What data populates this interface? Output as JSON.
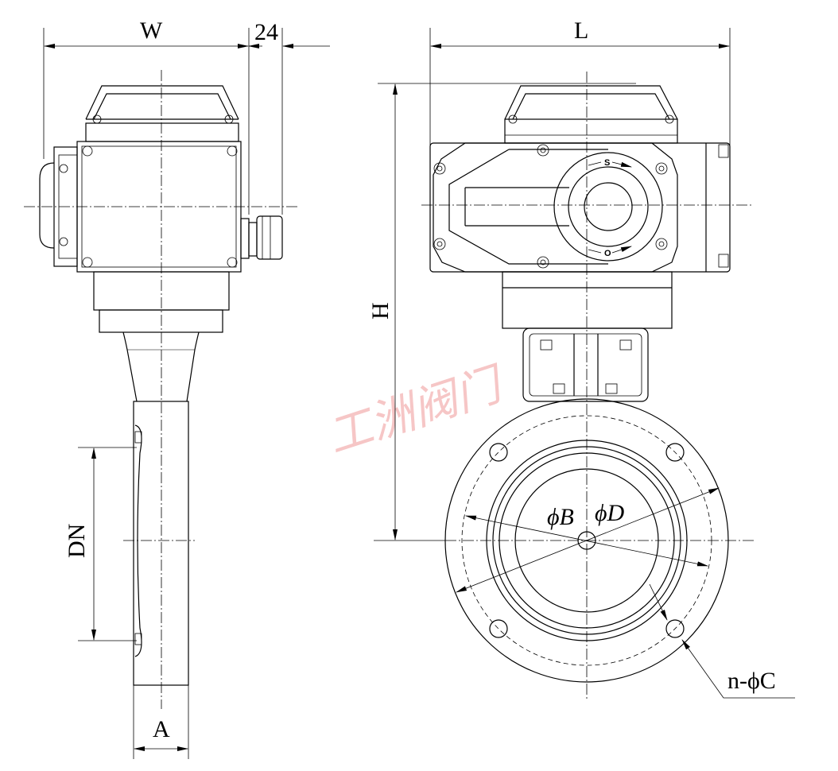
{
  "drawing": {
    "dimensions": {
      "width": "W",
      "offset": "24",
      "length": "L",
      "height": "H",
      "nominal_diameter": "DN",
      "face_width": "A",
      "diameter_b": "ϕB",
      "diameter_d": "ϕD",
      "bolt_holes": "n-ϕC"
    },
    "indicator": {
      "shut": "S",
      "open": "O"
    },
    "watermark": "工洲阀门"
  }
}
